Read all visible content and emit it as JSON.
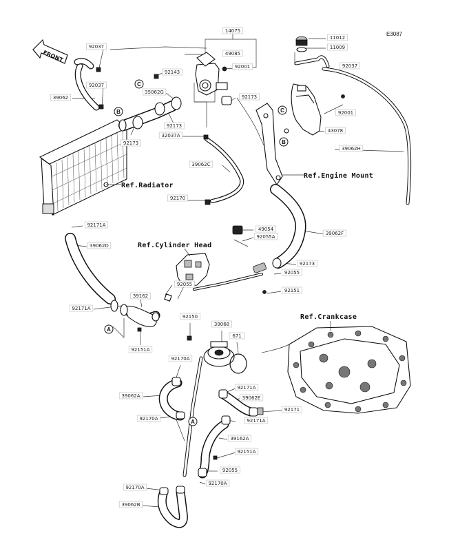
{
  "diagram_code": "E3087",
  "front_label": "FRONT",
  "references": {
    "radiator": "Ref.Radiator",
    "engine_mount": "Ref.Engine Mount",
    "cylinder_head": "Ref.Cylinder Head",
    "crankcase": "Ref.Crankcase"
  },
  "markers": {
    "a": "A",
    "b": "B",
    "c": "C"
  },
  "parts": [
    "14075",
    "49085",
    "92001",
    "11012",
    "11009",
    "92037",
    "92037",
    "92037",
    "92143",
    "39062",
    "35062G",
    "92173",
    "92173",
    "32037A",
    "92001",
    "43078",
    "92173",
    "39062H",
    "39062C",
    "92170",
    "92171A",
    "39062D",
    "49054",
    "92055A",
    "39062F",
    "92173",
    "92055",
    "92151",
    "39162",
    "92055",
    "92171A",
    "92151A",
    "92150",
    "39068",
    "671",
    "92170A",
    "39062A",
    "92171A",
    "39062E",
    "92171",
    "92170A",
    "92171A",
    "39162A",
    "92151A",
    "92055",
    "92170A",
    "92170A",
    "39062B"
  ]
}
